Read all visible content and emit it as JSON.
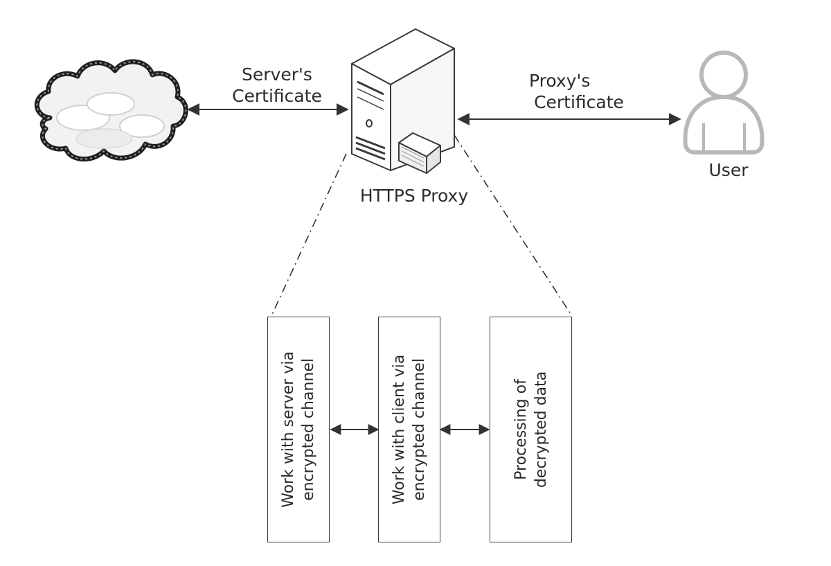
{
  "labels": {
    "server_cert": [
      "Server's",
      "Certificate"
    ],
    "proxy_cert": [
      "Proxy's",
      "Certificate"
    ],
    "proxy": "HTTPS Proxy",
    "user": "User"
  },
  "boxes": [
    {
      "lines": [
        "Work with server via",
        "encrypted channel"
      ]
    },
    {
      "lines": [
        "Work with client via",
        "encrypted channel"
      ]
    },
    {
      "lines": [
        "Processing of",
        "decrypted data"
      ]
    }
  ],
  "icons": {
    "internet": "cloud-icon",
    "proxy": "server-tower-icon",
    "user": "user-icon"
  },
  "colors": {
    "line": "#333333",
    "icon_stroke": "#3a3a3a",
    "user_stroke": "#b8b8b8"
  }
}
